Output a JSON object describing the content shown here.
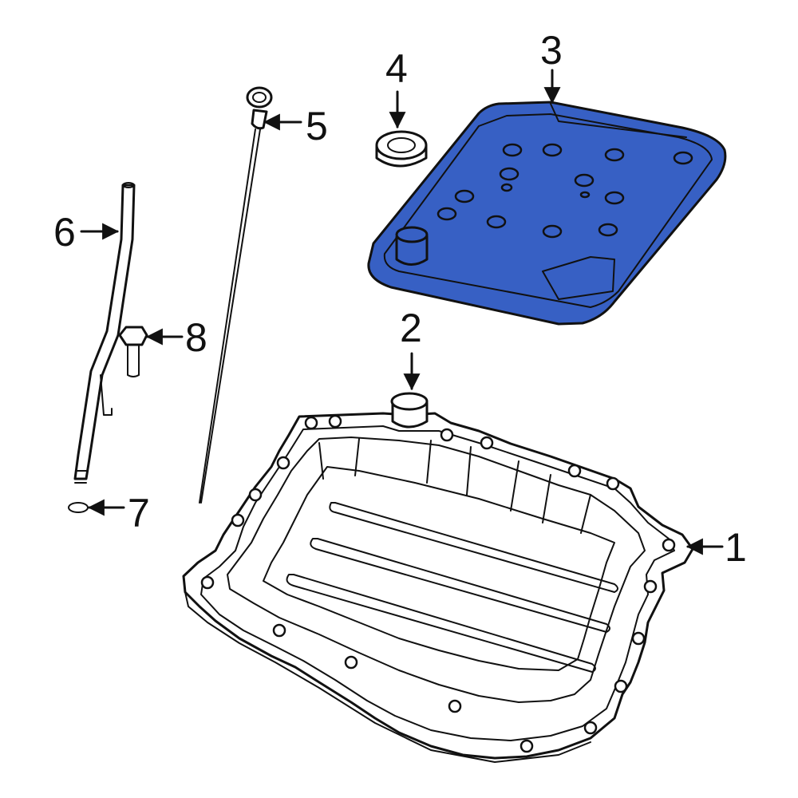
{
  "colors": {
    "highlight": "#3760c4",
    "line": "#111111",
    "background": "#ffffff"
  },
  "callouts": [
    {
      "id": "1",
      "label": "1"
    },
    {
      "id": "2",
      "label": "2"
    },
    {
      "id": "3",
      "label": "3"
    },
    {
      "id": "4",
      "label": "4"
    },
    {
      "id": "5",
      "label": "5"
    },
    {
      "id": "6",
      "label": "6"
    },
    {
      "id": "7",
      "label": "7"
    },
    {
      "id": "8",
      "label": "8"
    }
  ]
}
